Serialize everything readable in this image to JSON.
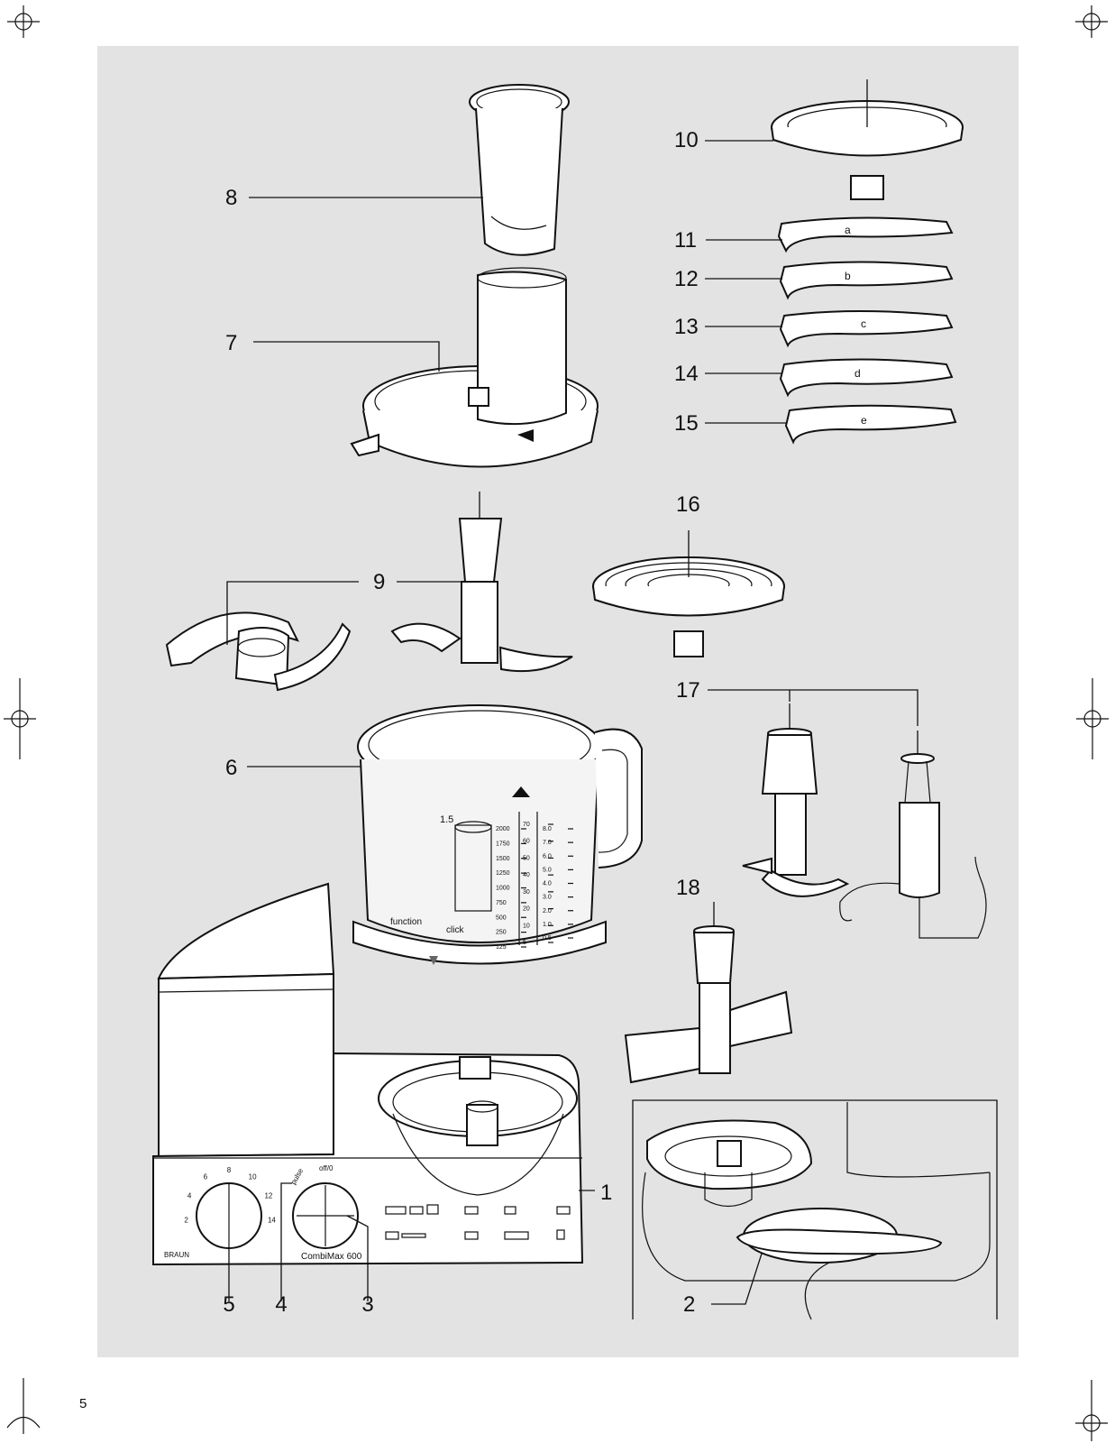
{
  "page_number": "5",
  "labels": {
    "l1": "1",
    "l2": "2",
    "l3": "3",
    "l4": "4",
    "l5": "5",
    "l6": "6",
    "l7": "7",
    "l8": "8",
    "l9": "9",
    "l10": "10",
    "l11": "11",
    "l12": "12",
    "l13": "13",
    "l14": "14",
    "l15": "15",
    "l16": "16",
    "l17": "17",
    "l18": "18"
  },
  "bowl": {
    "max_label": "1.5",
    "function_label": "function",
    "click_label": "click",
    "ml_scale": [
      "2000",
      "1750",
      "1500",
      "1250",
      "1000",
      "750",
      "500",
      "250",
      "125"
    ],
    "oz_scale": [
      "70",
      "60",
      "50",
      "40",
      "30",
      "20",
      "10",
      "5"
    ],
    "cup_scale": [
      "8.0",
      "7.0",
      "6.0",
      "5.0",
      "4.0",
      "3.0",
      "2.0",
      "1.0",
      "0.5"
    ]
  },
  "base": {
    "brand": "BRAUN",
    "model": "CombiMax 600",
    "pulse_label": "pulse",
    "off_label": "off/0",
    "speed_scale": [
      "2",
      "4",
      "6",
      "8",
      "10",
      "12",
      "14"
    ]
  },
  "blades": {
    "b11": "a",
    "b12": "b",
    "b13": "c",
    "b14": "d",
    "b15": "e"
  }
}
